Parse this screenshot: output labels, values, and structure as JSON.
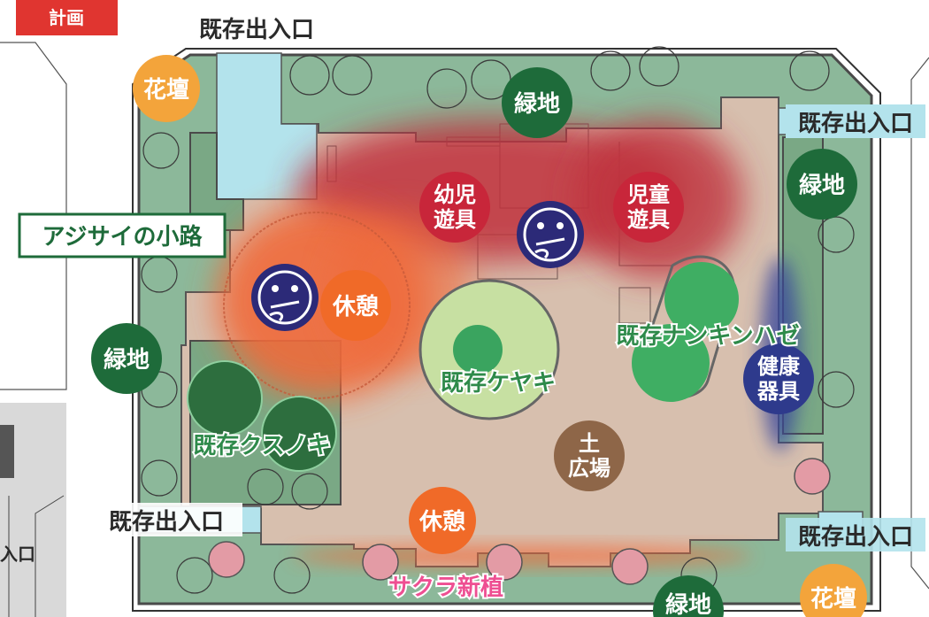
{
  "header": {
    "plan_tag": "計画"
  },
  "entrances": {
    "top": "既存出入口",
    "right_upper": "既存出入口",
    "left_lower": "既存出入口",
    "right_lower": "既存出入口",
    "edge_fragment": "入口"
  },
  "path_name": "アジサイの小路",
  "badges": {
    "flowerbed_top": "花壇",
    "flowerbed_bottom": "花壇",
    "green_top": "緑地",
    "green_right": "緑地",
    "green_left": "緑地",
    "green_bottom": "緑地",
    "toddler_play_line1": "幼児",
    "toddler_play_line2": "遊具",
    "child_play_line1": "児童",
    "child_play_line2": "遊具",
    "rest_main": "休憩",
    "rest_lower": "休憩",
    "fitness_line1": "健康",
    "fitness_line2": "器具",
    "dirt_plaza_line1": "土",
    "dirt_plaza_line2": "広場"
  },
  "tree_labels": {
    "nankinhaze": "既存ナンキンハゼ",
    "keyaki": "既存ケヤキ",
    "kusunoki": "既存クスノキ"
  },
  "sakura": "サクラ新植",
  "colors": {
    "plan_tag_bg": "#e03530",
    "green_badge": "#1e6b3a",
    "orange_badge": "#f3a43b",
    "red_badge": "#c8263a",
    "rest_badge": "#f06a28",
    "fitness_badge": "#2e3a8c",
    "plaza_badge": "#8e6648",
    "path_label": "#1e6b3a",
    "tree_label": "#2e8a4a",
    "sakura_label": "#ee4f92",
    "ground": "#d7bfae",
    "green_strip": "#8cb89a",
    "water": "#b3e3ec"
  }
}
